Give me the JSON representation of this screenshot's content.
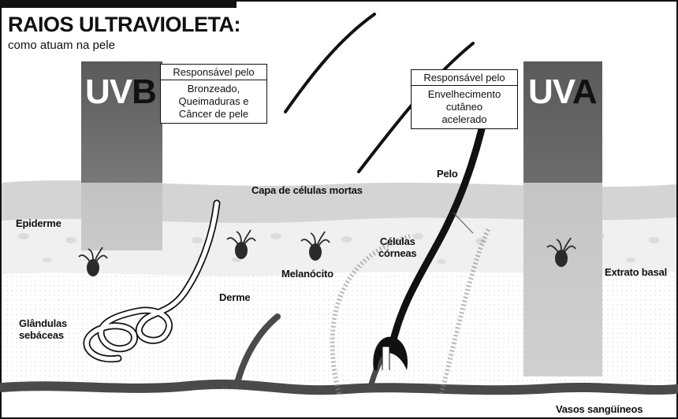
{
  "title": "RAIOS ULTRAVIOLETA:",
  "subtitle": "como atuam na pele",
  "uvb": {
    "prefix": "UV",
    "suffix": "B",
    "box_header": "Responsável pelo",
    "box_body": [
      "Bronzeado,",
      "Queimaduras e",
      "Câncer de pele"
    ]
  },
  "uva": {
    "prefix": "UV",
    "suffix": "A",
    "box_header": "Responsável pelo",
    "box_body": [
      "Envelhecimento",
      "cutâneo",
      "acelerado"
    ]
  },
  "labels": {
    "capa": "Capa de células mortas",
    "epiderme": "Epiderme",
    "pelo": "Pelo",
    "celulas_corneas": [
      "Células",
      "córneas"
    ],
    "melanocito": "Melanócito",
    "derme": "Derme",
    "glandulas": [
      "Glândulas",
      "sebáceas"
    ],
    "extrato_basal": "Extrato basal",
    "vasos": "Vasos sangüíneos"
  },
  "colors": {
    "ink": "#111111",
    "beam": "#6e6e6e",
    "dead_layer": "#d6d6d6",
    "epidermis": "#f0f0f0",
    "frame": "#111111"
  }
}
